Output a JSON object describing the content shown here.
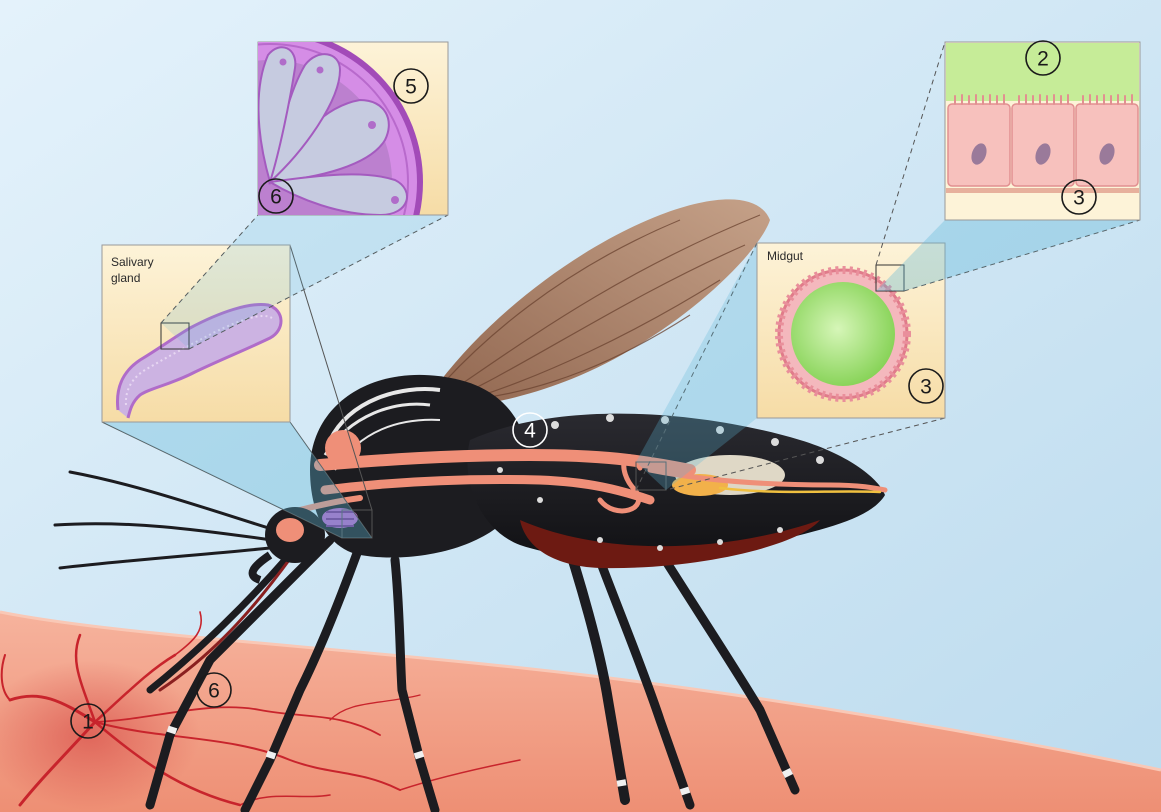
{
  "panels": {
    "salivary": {
      "label_line1": "Salivary",
      "label_line2": "gland"
    },
    "midgut": {
      "label": "Midgut"
    }
  },
  "markers": {
    "m1": "1",
    "m2": "2",
    "m3_epithelium": "3",
    "m3_midgut": "3",
    "m4": "4",
    "m5": "5",
    "m6_acini": "6",
    "m6_skin": "6"
  },
  "colors": {
    "background": "#cfe7f5",
    "panel_fill": "#fbe9c0",
    "skin": "#f3a58d",
    "blood_vessel": "#c8242c",
    "mosquito_body": "#1c1c20",
    "wing": "#9b6a4e",
    "gut_tissue": "#ef8f78",
    "salivary_gland": "#c69ad6",
    "midgut_lumen": "#98dd6a",
    "epithelium": "#f7c1bd"
  }
}
